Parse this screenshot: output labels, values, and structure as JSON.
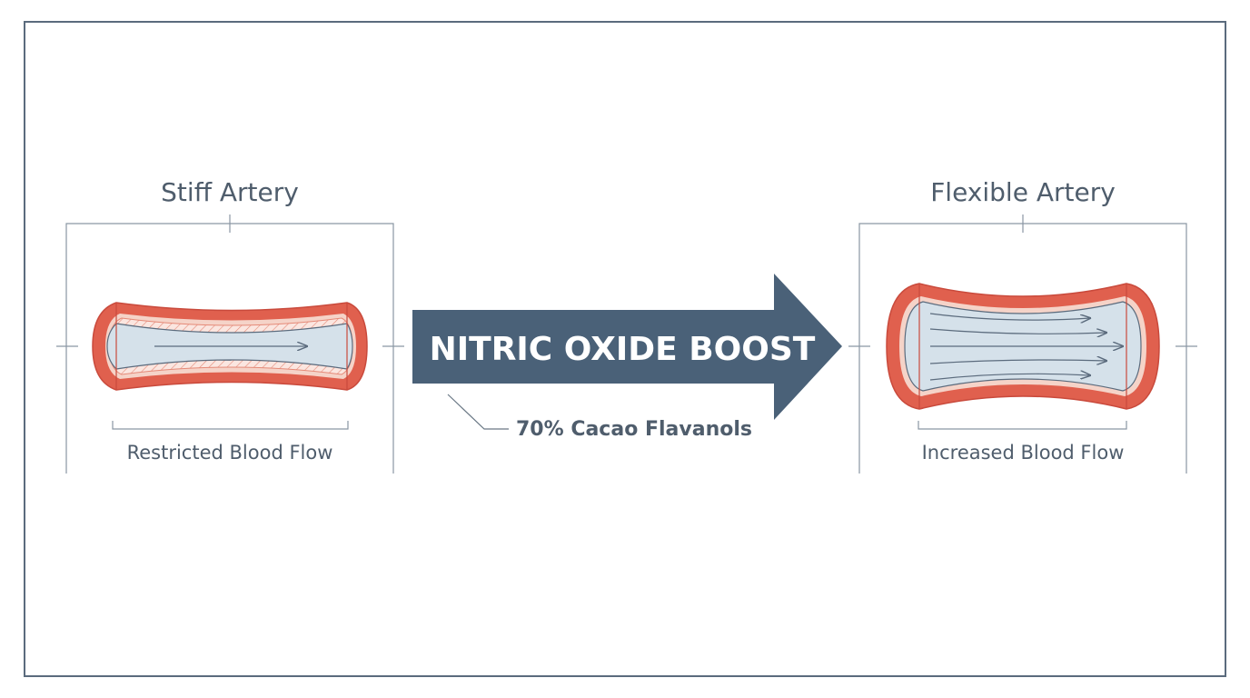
{
  "diagram": {
    "left_panel": {
      "title": "Stiff Artery",
      "caption": "Restricted Blood Flow"
    },
    "right_panel": {
      "title": "Flexible Artery",
      "caption": "Increased Blood Flow"
    },
    "arrow": {
      "label": "NITRIC OXIDE BOOST",
      "annotation": "70% Cacao Flavanols"
    },
    "colors": {
      "frame": "#5b6b7d",
      "text": "#4f5d6c",
      "arrow_fill": "#4a6178",
      "arrow_text": "#ffffff",
      "artery_wall": "#e0604e",
      "artery_wall_light": "#f3c9bd",
      "lumen": "#d5e1ea",
      "flow_line": "#5b6b7d"
    }
  }
}
